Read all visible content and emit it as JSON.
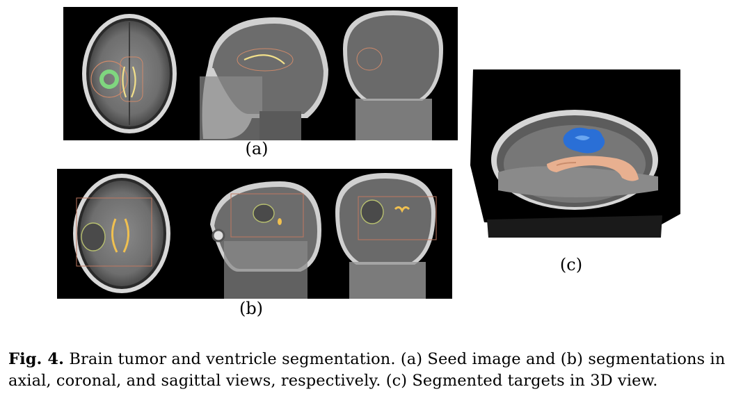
{
  "figure": {
    "panel_a": {
      "label": "(a)",
      "views": [
        "axial",
        "sagittal",
        "coronal"
      ]
    },
    "panel_b": {
      "label": "(b)",
      "views": [
        "axial",
        "sagittal",
        "coronal"
      ]
    },
    "panel_c": {
      "label": "(c)"
    }
  },
  "caption": {
    "prefix": "Fig. 4.",
    "text": " Brain tumor and ventricle segmentation. (a) Seed image and (b) segmentations in axial, coronal, and sagittal views, respectively. (c) Segmented targets in 3D view."
  },
  "colors": {
    "tumor_seed": "#7fd67f",
    "ventricle_seed": "#f2e08a",
    "contour": "#d08a6a",
    "tumor_3d": "#2a6fd6",
    "ventricle_3d": "#e8b090"
  }
}
